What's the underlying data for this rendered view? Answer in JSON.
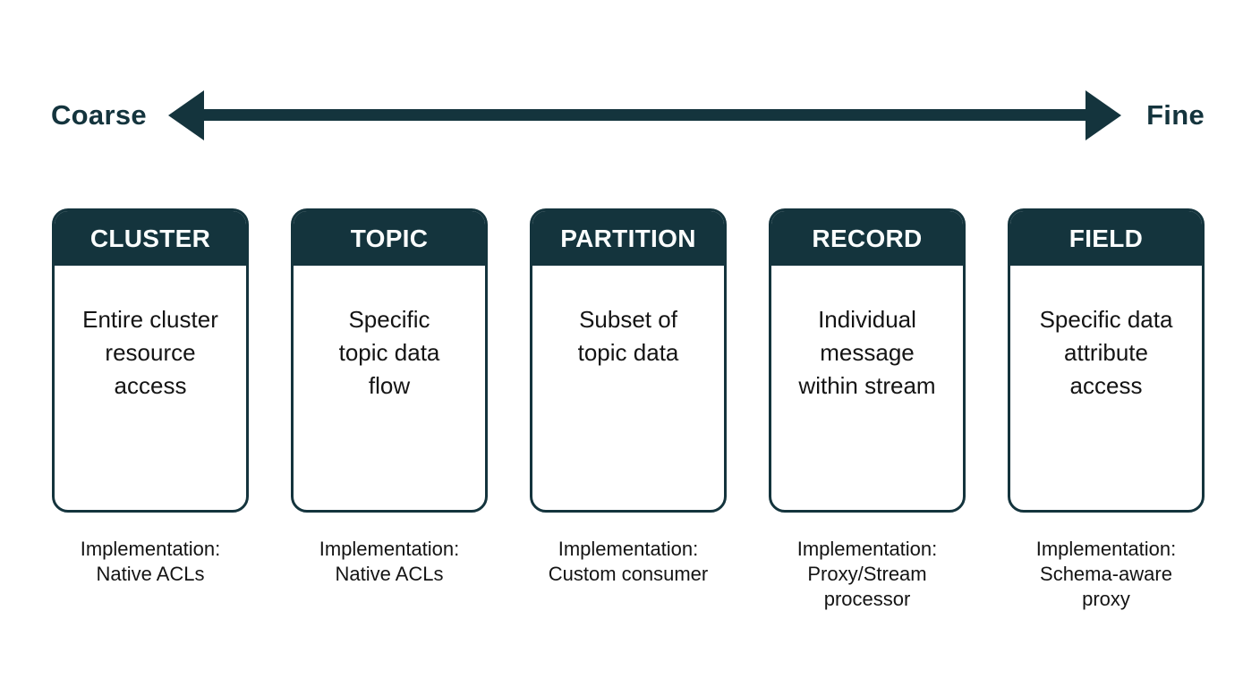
{
  "axis": {
    "left_label": "Coarse",
    "right_label": "Fine"
  },
  "cards": [
    {
      "title": "CLUSTER",
      "description_lines": [
        "Entire cluster",
        "resource",
        "access"
      ],
      "implementation_lines": [
        "Implementation:",
        "Native ACLs"
      ]
    },
    {
      "title": "TOPIC",
      "description_lines": [
        "Specific",
        "topic data",
        "flow"
      ],
      "implementation_lines": [
        "Implementation:",
        "Native ACLs"
      ]
    },
    {
      "title": "PARTITION",
      "description_lines": [
        "Subset of",
        "topic data"
      ],
      "implementation_lines": [
        "Implementation:",
        "Custom consumer"
      ]
    },
    {
      "title": "RECORD",
      "description_lines": [
        "Individual",
        "message",
        "within stream"
      ],
      "implementation_lines": [
        "Implementation:",
        "Proxy/Stream",
        "processor"
      ]
    },
    {
      "title": "FIELD",
      "description_lines": [
        "Specific data",
        "attribute",
        "access"
      ],
      "implementation_lines": [
        "Implementation:",
        "Schema-aware",
        "proxy"
      ]
    }
  ],
  "colors": {
    "teal": "#14343d",
    "body_text": "#141414",
    "header_text": "#fafdfd",
    "background": "#ffffff"
  }
}
